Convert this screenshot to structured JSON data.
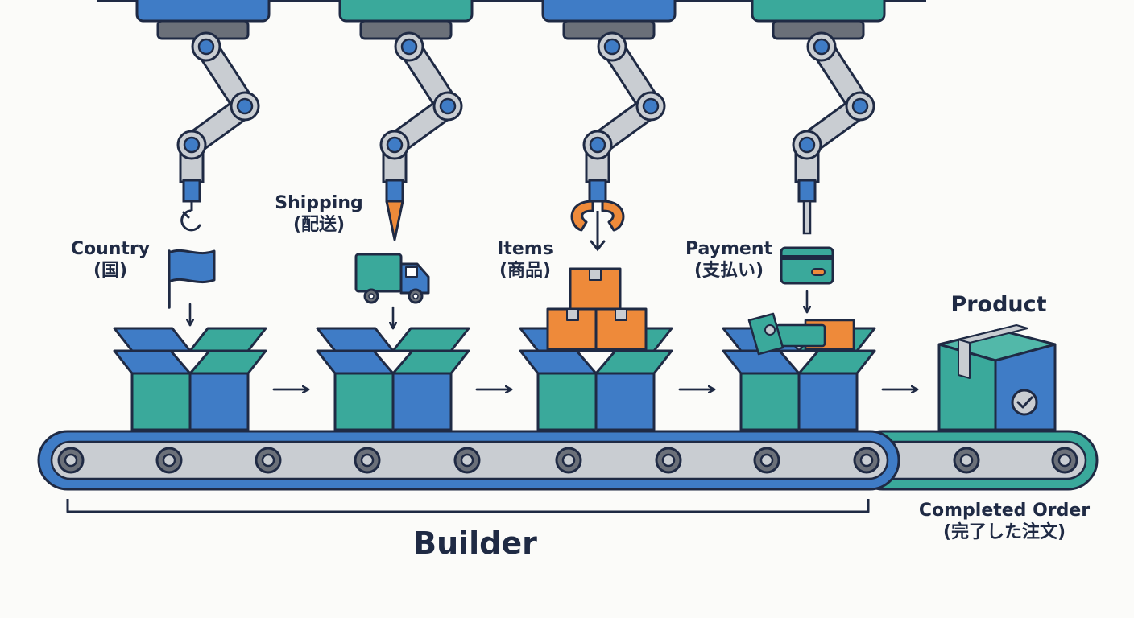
{
  "diagram": {
    "steps": [
      {
        "id": "country",
        "label_en": "Country",
        "label_ja": "(国)",
        "icon": "flag-icon"
      },
      {
        "id": "shipping",
        "label_en": "Shipping",
        "label_ja": "(配送)",
        "icon": "truck-icon"
      },
      {
        "id": "items",
        "label_en": "Items",
        "label_ja": "(商品)",
        "icon": "stacked-boxes-icon"
      },
      {
        "id": "payment",
        "label_en": "Payment",
        "label_ja": "(支払い)",
        "icon": "credit-card-icon"
      }
    ],
    "product": {
      "label": "Product",
      "icon": "checkmark-icon"
    },
    "completed": {
      "label_en": "Completed Order",
      "label_ja": "(完了した注文)"
    },
    "builder": {
      "label": "Builder"
    }
  },
  "colors": {
    "outline": "#1f2a44",
    "blue": "#3f7cc6",
    "teal": "#3aa99b",
    "orange": "#ee8a3a",
    "gray": "#c9cdd2",
    "dark_gray": "#6b7079"
  }
}
